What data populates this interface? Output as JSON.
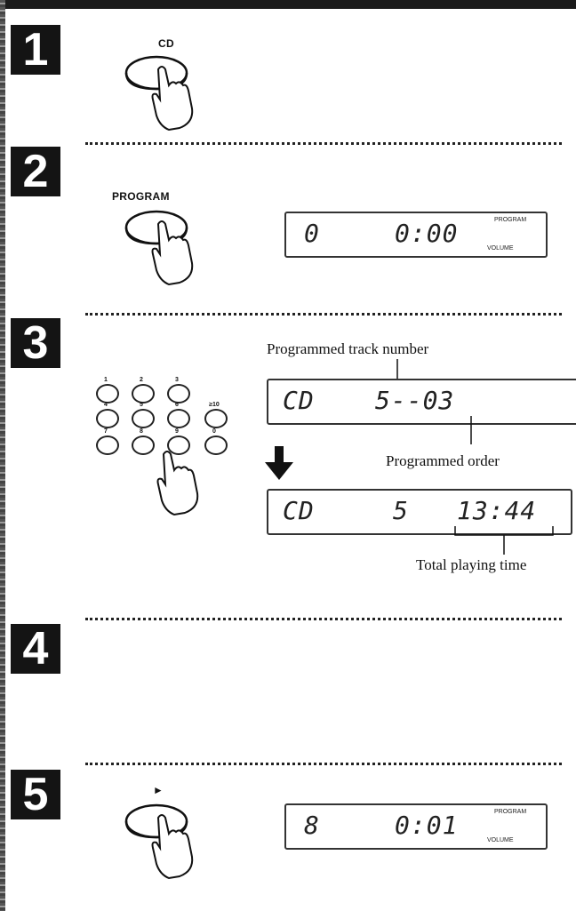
{
  "steps": [
    {
      "number": "1"
    },
    {
      "number": "2"
    },
    {
      "number": "3"
    },
    {
      "number": "4"
    },
    {
      "number": "5"
    }
  ],
  "buttons": {
    "cd_label": "CD",
    "program_label": "PROGRAM",
    "play_label": "►"
  },
  "keypad": {
    "labels": [
      "1",
      "2",
      "3",
      "4",
      "5",
      "6",
      "≥10",
      "7",
      "8",
      "9",
      "0"
    ]
  },
  "displays": {
    "step2": {
      "left": "0",
      "time": "0:00",
      "indicator": "PROGRAM",
      "volume": "VOLUME"
    },
    "step3a": {
      "source": "CD",
      "value": "5--03"
    },
    "step3b": {
      "source": "CD",
      "track": "5",
      "time": "13:44"
    },
    "step5": {
      "left": "8",
      "time": "0:01",
      "indicator": "PROGRAM",
      "volume": "VOLUME"
    }
  },
  "captions": {
    "programmed_track_number": "Programmed track number",
    "programmed_order": "Programmed order",
    "total_playing_time": "Total playing time"
  }
}
